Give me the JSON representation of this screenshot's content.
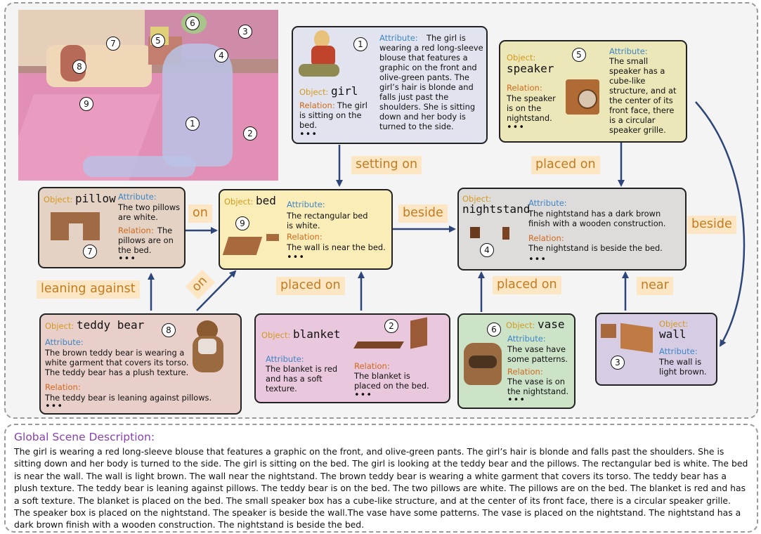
{
  "global": {
    "title": "Global Scene Description:",
    "text": "The girl is wearing a red long-sleeve blouse that features a graphic on the front, and olive-green pants. The girl’s hair is blonde and falls past the shoulders. She is sitting down and her body is turned to the side. The girl is sitting on the bed. The girl is looking at the teddy bear and the pillows. The rectangular bed is white. The bed is near the wall. The wall is light brown. The wall near the nightstand. The brown teddy bear is wearing a white garment that covers its torso. The teddy bear has a plush texture. The teddy bear is leaning against pillows. The teddy bear is on the bed. The two pillows are white. The pillows are on the bed. The blanket is red and has a soft texture. The blanket is placed on the bed. The small speaker box has a cube-like structure, and at the center of its front face, there is a circular speaker grille. The speaker box is placed on the nightstand. The speaker is beside the wall.The vase have some patterns. The vase is placed on the nightstand. The nightstand has a dark brown finish with a wooden construction. The nightstand is beside the bed."
  },
  "labels": {
    "object": "Object:",
    "attribute": "Attribute:",
    "relation": "Relation:",
    "ellipsis": "•••"
  },
  "photo_markers": [
    "1",
    "2",
    "3",
    "4",
    "5",
    "6",
    "7",
    "8",
    "9"
  ],
  "nodes": {
    "girl": {
      "num": "1",
      "name": "girl",
      "attr": [
        "The girl is",
        "wearing a red long-sleeve",
        "blouse that features a",
        "graphic on the front and",
        "olive-green pants. The",
        "girl’s hair is blonde and",
        "falls just past the",
        "shoulders. She is sitting",
        "down and her body is",
        "turned to the side."
      ],
      "rel": [
        "The girl",
        "is sitting on the",
        "bed."
      ]
    },
    "speaker": {
      "num": "5",
      "name": "speaker",
      "attr": [
        "The small",
        "speaker has a",
        "cube-like",
        "structure, and at",
        "the center of its",
        "front face, there",
        "is a circular",
        "speaker grille."
      ],
      "rel": [
        "The speaker",
        "is on the",
        "nightstand."
      ]
    },
    "pillow": {
      "num": "7",
      "name": "pillow",
      "attr": [
        "The two pillows",
        "are white."
      ],
      "rel": [
        "The",
        "pillows are on",
        "the bed."
      ]
    },
    "bed": {
      "num": "9",
      "name": "bed",
      "attr": [
        "The rectangular bed",
        "is white."
      ],
      "rel": [
        "The wall is near the bed."
      ]
    },
    "nightstand": {
      "num": "4",
      "name": "nightstand",
      "attr": [
        "The nightstand has a dark brown",
        "finish with a wooden construction."
      ],
      "rel": [
        "The nightstand is beside the bed."
      ]
    },
    "teddy": {
      "num": "8",
      "name": "teddy bear",
      "attr": [
        "The brown teddy bear is wearing a",
        "white garment that covers its torso.",
        "The teddy bear has a plush texture."
      ],
      "rel": [
        "The teddy bear is leaning against pillows."
      ]
    },
    "blanket": {
      "num": "2",
      "name": "blanket",
      "attr": [
        "The blanket is red",
        "and has a soft",
        "texture."
      ],
      "rel": [
        "The blanket is",
        "placed on the bed."
      ]
    },
    "vase": {
      "num": "6",
      "name": "vase",
      "attr": [
        "The vase have",
        "some patterns."
      ],
      "rel": [
        "The vase is on",
        "the nightstand."
      ]
    },
    "wall": {
      "num": "3",
      "name": "wall",
      "attr": [
        "The wall is",
        "light brown."
      ]
    }
  },
  "edges": {
    "setting_on": "setting on",
    "placed_on_speaker": "placed on",
    "on_pillow": "on",
    "beside_bed": "beside",
    "beside_wall": "beside",
    "leaning_against": "leaning against",
    "on_teddy": "on",
    "placed_on_blanket": "placed on",
    "placed_on_vase": "placed on",
    "near": "near"
  }
}
